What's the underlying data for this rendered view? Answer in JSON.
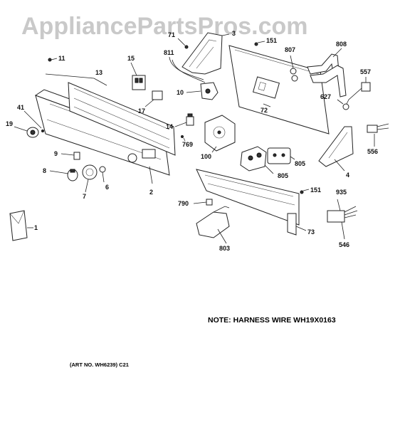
{
  "watermark": "AppliancePartsPros.com",
  "note": "NOTE: HARNESS WIRE WH19X0163",
  "art_no": "(ART NO. WH6239) C21",
  "callouts": {
    "c71": "71",
    "c3": "3",
    "c151a": "151",
    "c807": "807",
    "c808": "808",
    "c811": "811",
    "c11": "11",
    "c13": "13",
    "c15": "15",
    "c557": "557",
    "c10": "10",
    "c627": "627",
    "c41": "41",
    "c17": "17",
    "c72": "72",
    "c19": "19",
    "c14": "14",
    "c556": "556",
    "c769": "769",
    "c9": "9",
    "c100": "100",
    "c805a": "805",
    "c8": "8",
    "c6": "6",
    "c805b": "805",
    "c4": "4",
    "c7": "7",
    "c2": "2",
    "c151b": "151",
    "c935": "935",
    "c790": "790",
    "c1": "1",
    "c73": "73",
    "c803": "803",
    "c546": "546"
  }
}
